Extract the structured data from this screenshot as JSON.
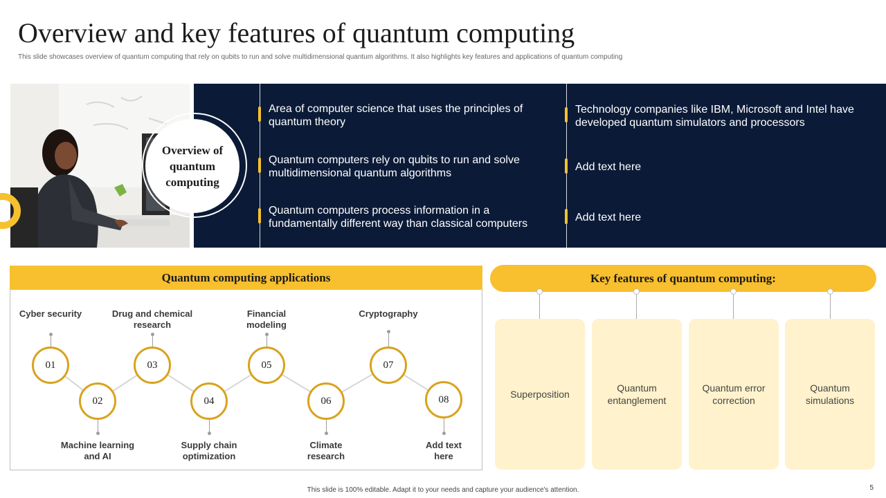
{
  "header": {
    "title": "Overview and key features of quantum computing",
    "subtitle": "This slide showcases overview of quantum computing that rely on qubits to run and solve multidimensional  quantum algorithms. It also highlights key features and applications of quantum computing"
  },
  "overview": {
    "circle_label": "Overview of quantum computing",
    "items_left": [
      "Area of computer science that uses the principles of quantum theory",
      "Quantum  computers rely on qubits to run and solve multidimensional  quantum  algorithms",
      "Quantum computers process information  in a fundamentally  different way than classical computers"
    ],
    "items_right": [
      "Technology  companies like IBM, Microsoft and Intel have developed quantum simulators and processors",
      "Add text here",
      "Add text here"
    ]
  },
  "applications": {
    "heading": "Quantum computing applications",
    "nodes": [
      "01",
      "02",
      "03",
      "04",
      "05",
      "06",
      "07",
      "08"
    ],
    "labels": [
      "Cyber security",
      "Machine learning and AI",
      "Drug and chemical research",
      "Supply chain optimization",
      "Financial modeling",
      "Climate research",
      "Cryptography",
      "Add text here"
    ]
  },
  "features": {
    "heading": "Key features of quantum computing:",
    "cards": [
      "Superposition",
      "Quantum entanglement",
      "Quantum error correction",
      "Quantum simulations"
    ]
  },
  "footer": {
    "note": "This slide is 100% editable. Adapt it to your needs and capture your audience's attention.",
    "page_number": "5"
  },
  "colors": {
    "navy": "#0b1b37",
    "accent_yellow": "#f8bf2e",
    "node_border": "#d9a21c",
    "card_bg": "#fff2cc"
  }
}
